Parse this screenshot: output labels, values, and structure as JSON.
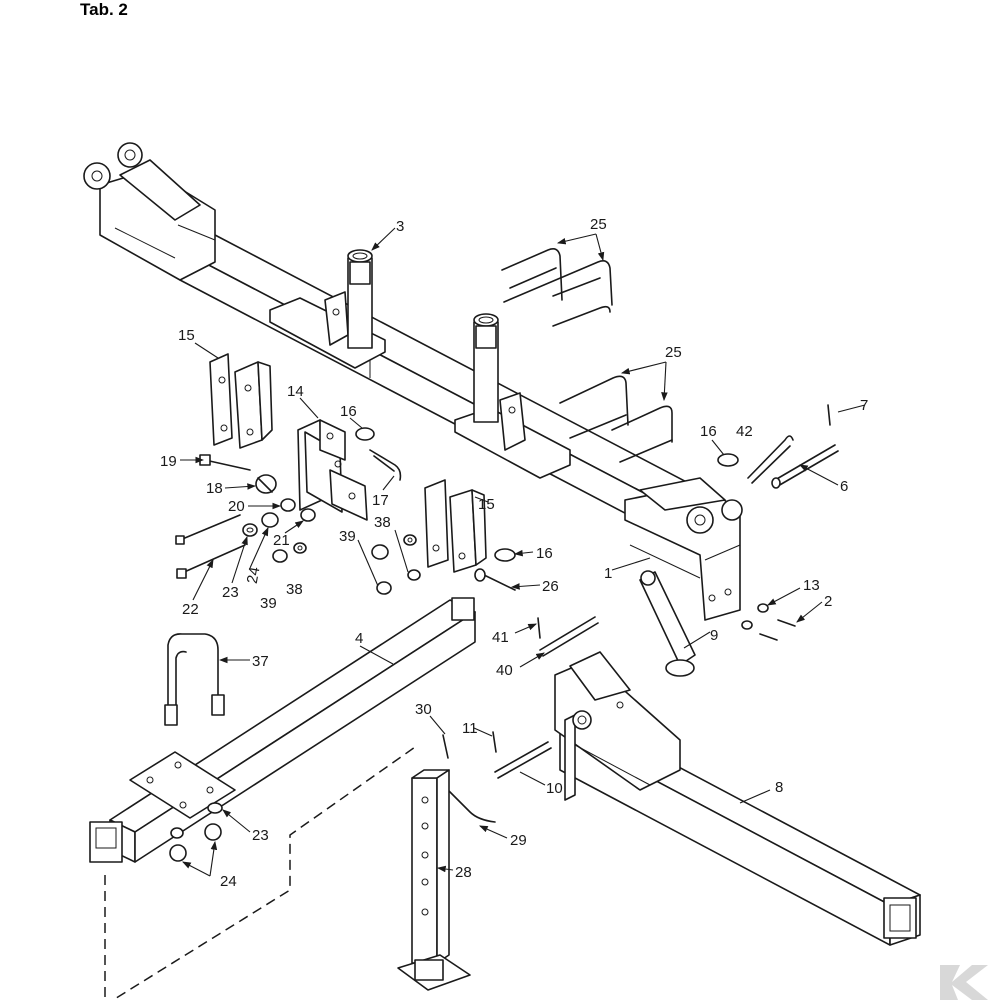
{
  "title": "Tab. 2",
  "colors": {
    "ink": "#1a1a1a",
    "background": "#ffffff",
    "logo": "#d8d8d8"
  },
  "part_labels": {
    "p1": "1",
    "p2": "2",
    "p3": "3",
    "p4": "4",
    "p6": "6",
    "p7": "7",
    "p8": "8",
    "p9": "9",
    "p10": "10",
    "p11": "11",
    "p13": "13",
    "p14": "14",
    "p15a": "15",
    "p15b": "15",
    "p16a": "16",
    "p16b": "16",
    "p16c": "16",
    "p17": "17",
    "p18": "18",
    "p19": "19",
    "p20": "20",
    "p21": "21",
    "p22": "22",
    "p23a": "23",
    "p23b": "23",
    "p24a": "24",
    "p24b": "24",
    "p25a": "25",
    "p25b": "25",
    "p26": "26",
    "p28": "28",
    "p29": "29",
    "p30": "30",
    "p37": "37",
    "p38a": "38",
    "p38b": "38",
    "p39a": "39",
    "p39b": "39",
    "p40": "40",
    "p41": "41",
    "p42": "42"
  }
}
